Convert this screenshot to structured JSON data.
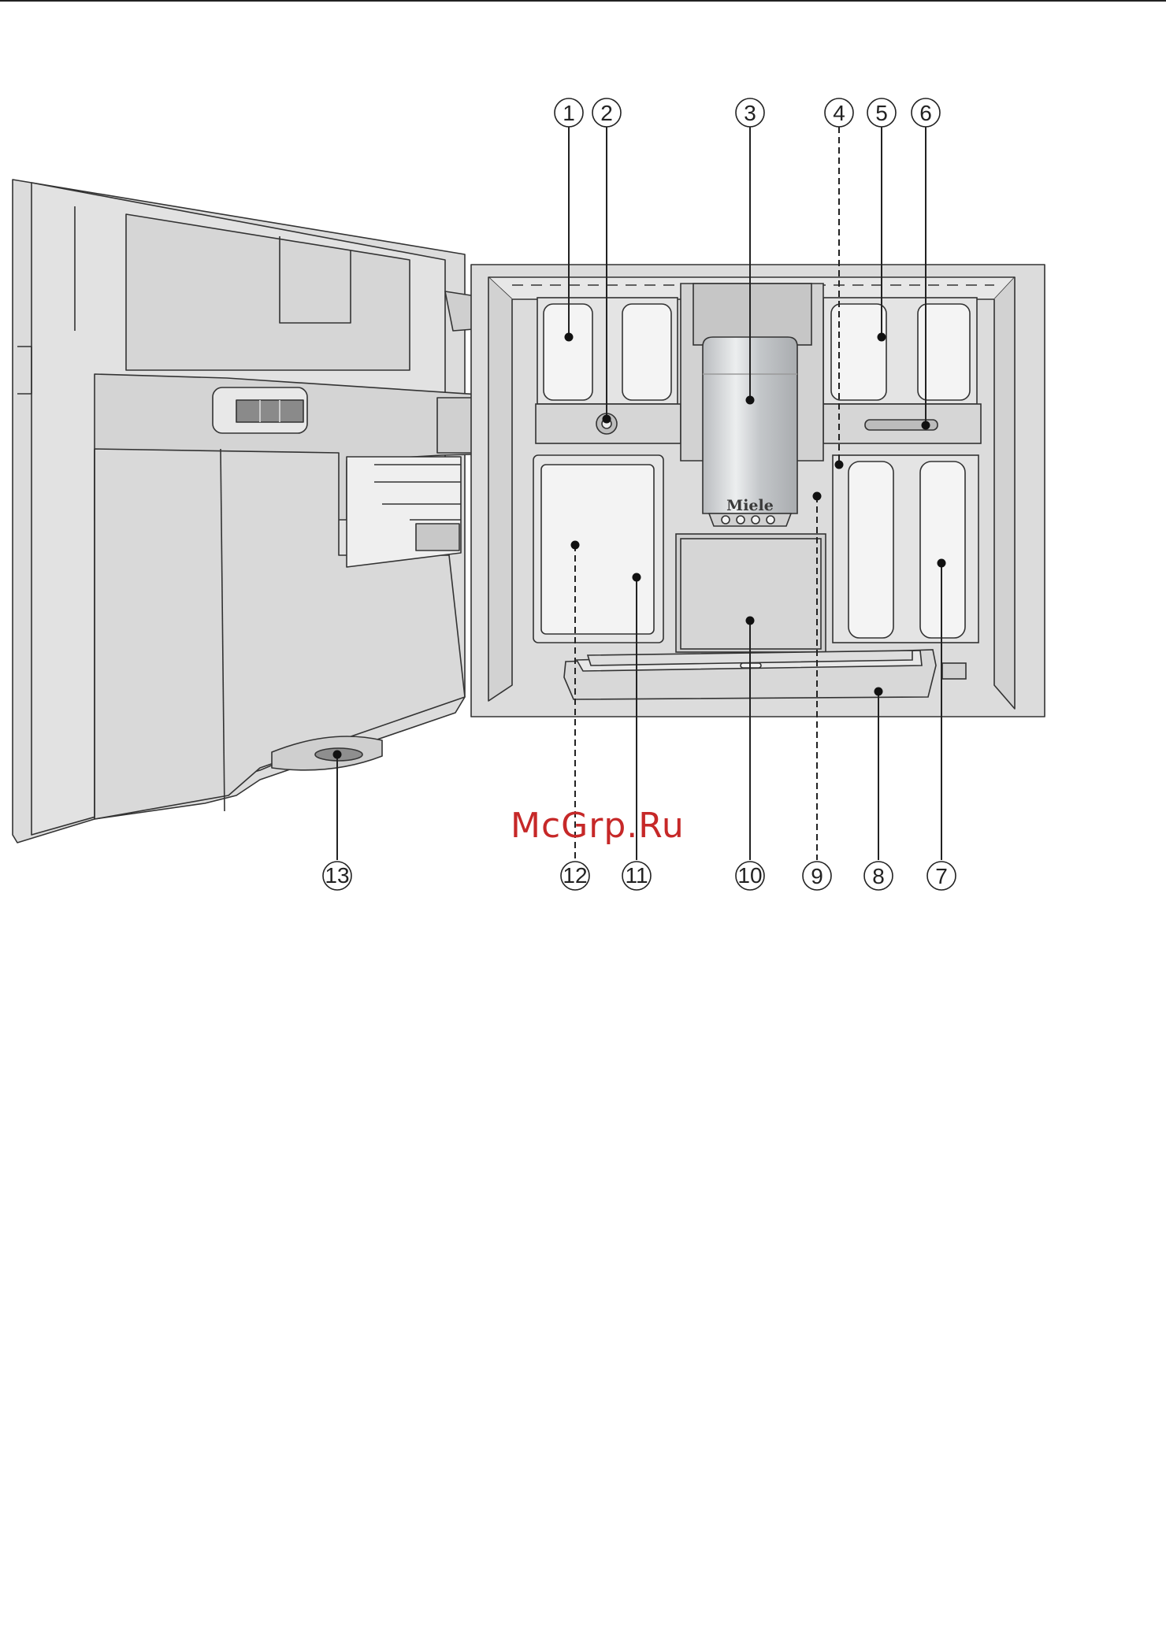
{
  "figure": {
    "brand_label": "Miele",
    "watermark": "McGrp.Ru",
    "colors": {
      "housing": "#dcdcdc",
      "line": "#333333",
      "container": "#f3f3f3",
      "steel": "#c9cbcd",
      "watermark": "#c62828"
    }
  },
  "callouts": [
    {
      "id": "c1",
      "label": "1"
    },
    {
      "id": "c2",
      "label": "2"
    },
    {
      "id": "c3",
      "label": "3"
    },
    {
      "id": "c4",
      "label": "4"
    },
    {
      "id": "c5",
      "label": "5"
    },
    {
      "id": "c6",
      "label": "6"
    },
    {
      "id": "c7",
      "label": "7"
    },
    {
      "id": "c8",
      "label": "8"
    },
    {
      "id": "c9",
      "label": "9"
    },
    {
      "id": "c10",
      "label": "10"
    },
    {
      "id": "c11",
      "label": "11"
    },
    {
      "id": "c12",
      "label": "12"
    },
    {
      "id": "c13",
      "label": "13"
    }
  ]
}
